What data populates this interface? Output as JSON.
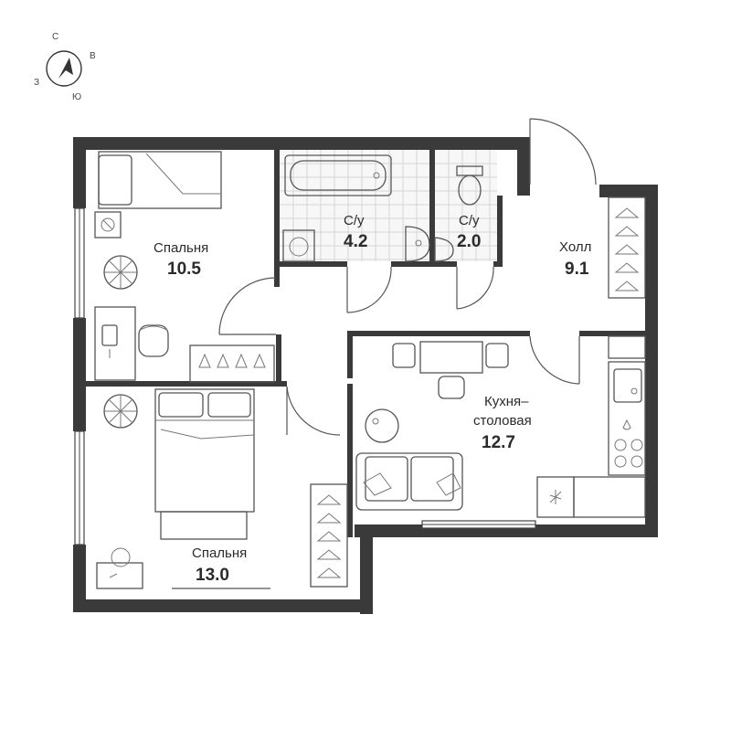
{
  "compass": {
    "north": "С",
    "east": "В",
    "south": "Ю",
    "west": "З"
  },
  "rooms": {
    "bedroom_top": {
      "name": "Спальня",
      "area": "10.5"
    },
    "bathroom": {
      "name": "С/у",
      "area": "4.2"
    },
    "toilet": {
      "name": "С/у",
      "area": "2.0"
    },
    "hall": {
      "name": "Холл",
      "area": "9.1"
    },
    "kitchen": {
      "name_line1": "Кухня–",
      "name_line2": "столовая",
      "area": "12.7"
    },
    "bedroom_bottom": {
      "name": "Спальня",
      "area": "13.0"
    }
  },
  "icons": [
    "compass-arrow-icon",
    "bed-icon",
    "bathtub-icon",
    "toilet-icon",
    "sink-icon",
    "washing-machine-icon",
    "plant-icon",
    "desk-icon",
    "chair-icon",
    "hanger-icon",
    "dining-table-icon",
    "sofa-icon",
    "stove-icon",
    "fridge-icon"
  ],
  "colors": {
    "wall": "#3a3a3a",
    "line": "#555555",
    "tile": "#d6d6d6"
  }
}
